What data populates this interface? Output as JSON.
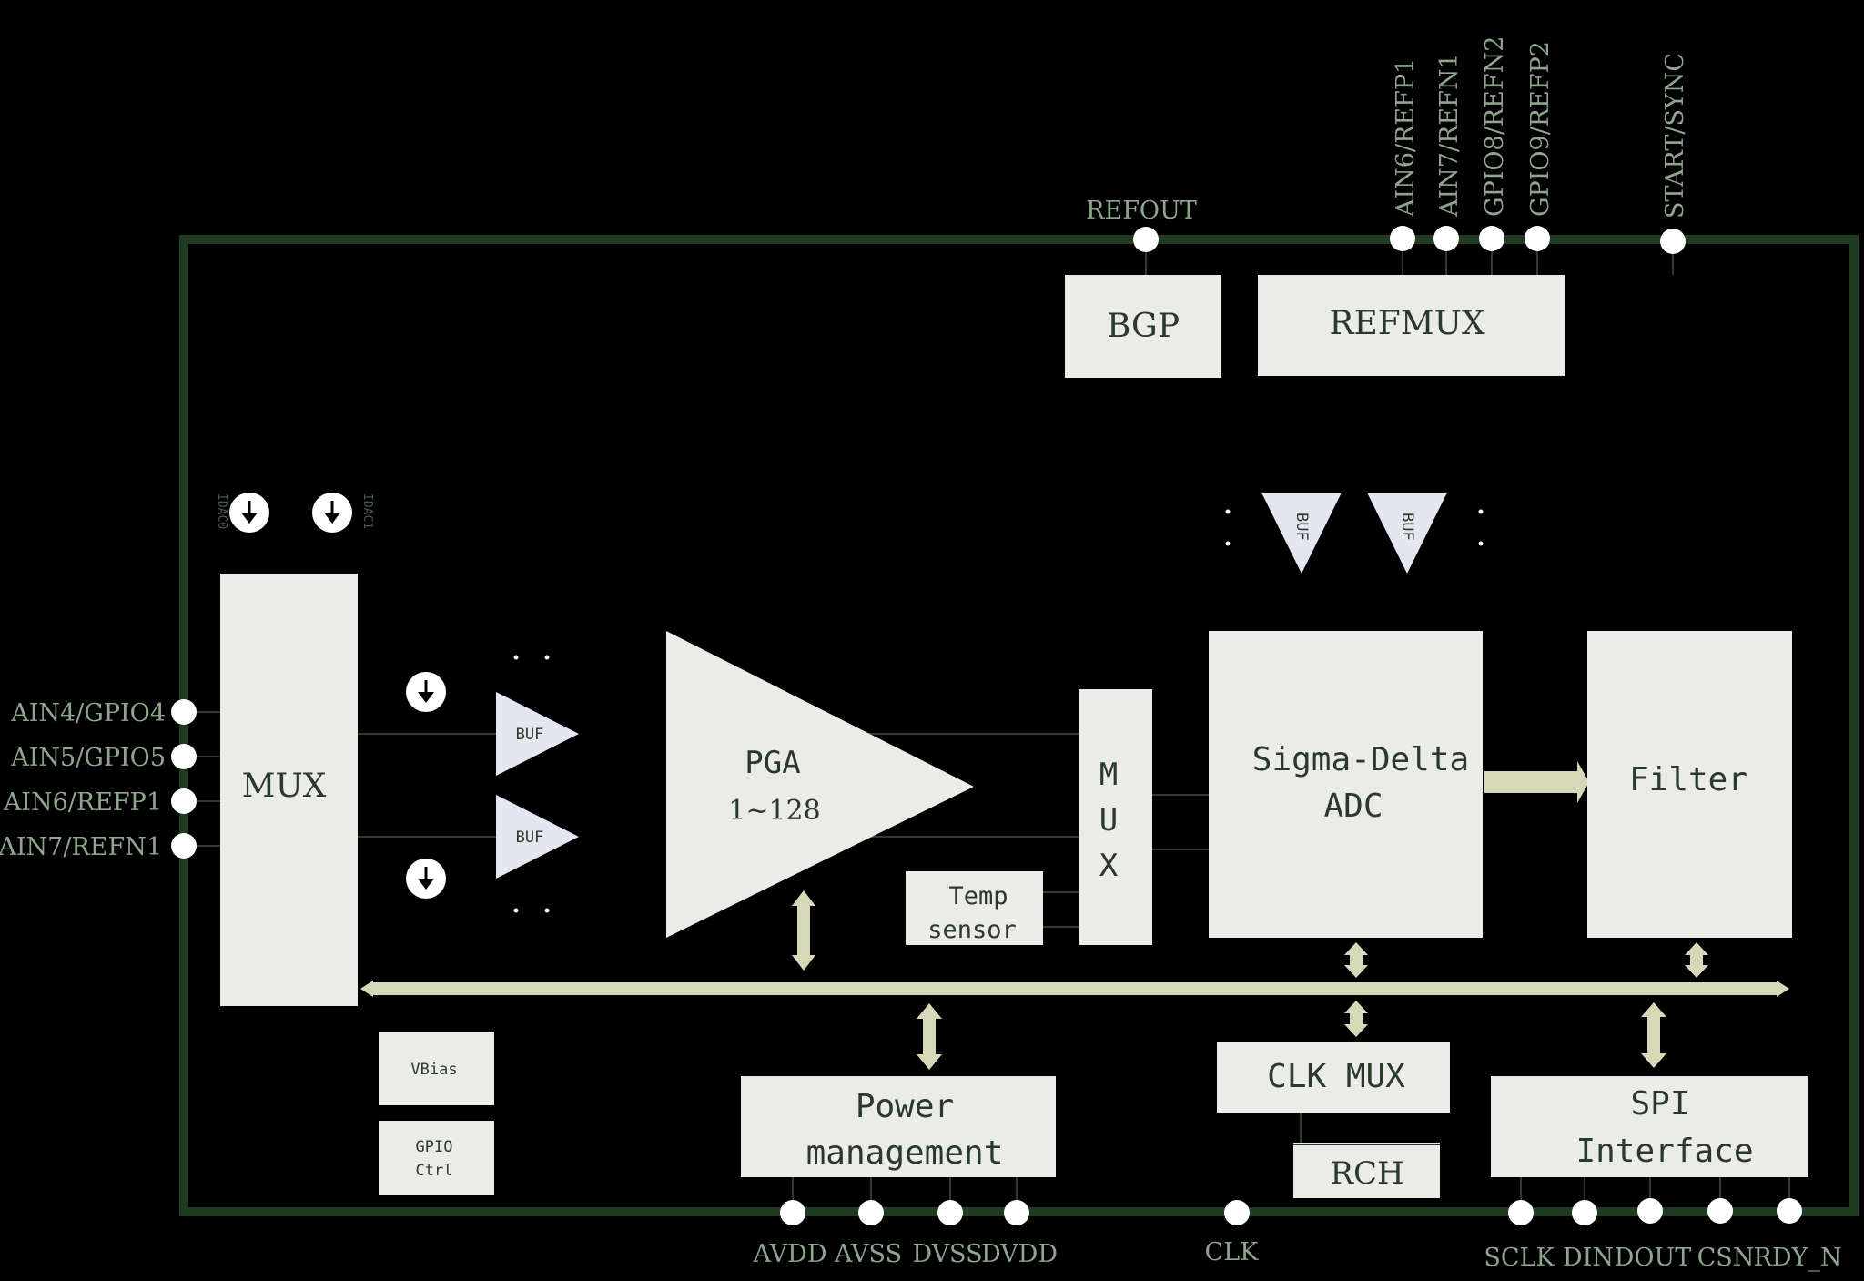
{
  "left_pins": [
    "AIN4/GPIO4",
    "AIN5/GPIO5",
    "AIN6/REFP1",
    "AIN7/REFN1"
  ],
  "top_pins": {
    "refout": "REFOUT",
    "refs": [
      "AIN6/REFP1",
      "AIN7/REFN1",
      "GPIO8/REFN2",
      "GPIO9/REFP2"
    ],
    "start_sync": "START/SYNC"
  },
  "bottom_pins": {
    "power": [
      "AVDD",
      "AVSS",
      "DVSS",
      "DVDD"
    ],
    "clk": "CLK",
    "spi": [
      "SCLK",
      "DIN",
      "DOUT",
      "CSN",
      "RDY_N"
    ]
  },
  "blocks": {
    "mux_left": "MUX",
    "bgp": "BGP",
    "refmux": "REFMUX",
    "pga_name": "PGA",
    "pga_gain": "1~128",
    "mux_mid": [
      "M",
      "U",
      "X"
    ],
    "temp_sensor": [
      "Temp",
      "sensor"
    ],
    "sigma_delta": [
      "Sigma-Delta",
      "ADC"
    ],
    "filter": "Filter",
    "vbias": "VBias",
    "gpio_ctrl": [
      "GPIO",
      "Ctrl"
    ],
    "power_mgmt": [
      "Power",
      "management"
    ],
    "clk_mux": "CLK MUX",
    "rch": "RCH",
    "spi": [
      "SPI",
      "Interface"
    ],
    "buf": "BUF",
    "idac0": "IDAC0",
    "idac1": "IDAC1"
  },
  "colors": {
    "background": "#000000",
    "chip_border": "#1f3b22",
    "block_fill": "#ebebe8",
    "bus": "#d6d8b8",
    "pin_label": "#8ea58e"
  }
}
